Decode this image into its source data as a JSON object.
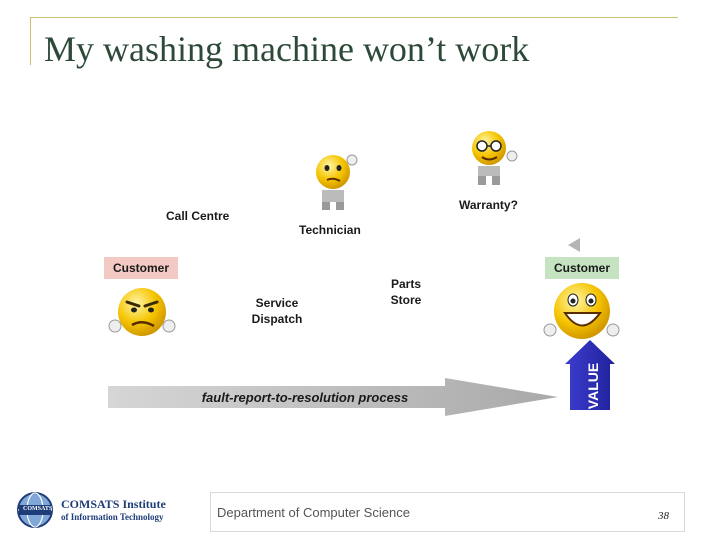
{
  "slide": {
    "title": "My washing machine won’t work",
    "footer_department": "Department of Computer Science",
    "page_number": "38"
  },
  "logo": {
    "line1": "COMSATS Institute",
    "line2": "of Information Technology",
    "badge": "COMSATS"
  },
  "diagram": {
    "labels": {
      "call_centre": "Call Centre",
      "technician": "Technician",
      "warranty": "Warranty?",
      "customer_start": "Customer",
      "customer_end": "Customer",
      "service_dispatch_line1": "Service",
      "service_dispatch_line2": "Dispatch",
      "parts_store_line1": "Parts",
      "parts_store_line2": "Store",
      "process": "fault-report-to-resolution process",
      "value": "VALUE"
    },
    "colors": {
      "customer_start_bg": "#f3c9c4",
      "customer_end_bg": "#c5e3c1",
      "process_arrow": "#b9b9b9",
      "value_arrow": "#2e2fb4",
      "smiley": "#f5c400"
    },
    "icons": [
      "angry-customer-icon",
      "thinking-technician-icon",
      "nerd-warranty-icon",
      "happy-customer-icon"
    ]
  }
}
